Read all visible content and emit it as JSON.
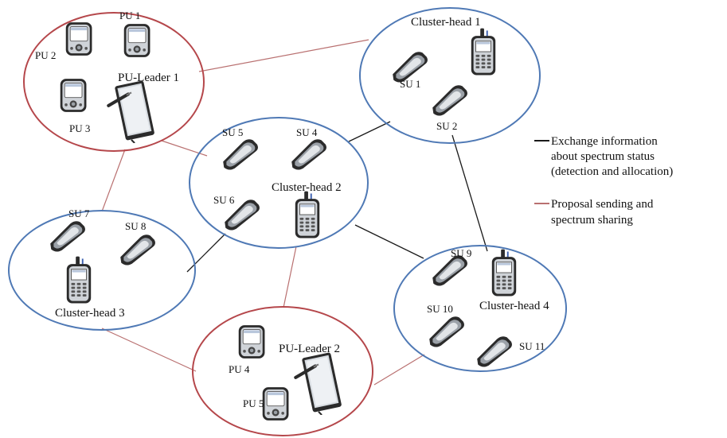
{
  "colors": {
    "background": "#ffffff",
    "pu_cluster_border": "#b5474b",
    "su_cluster_border": "#4f79b5",
    "black_link": "#1a1a1a",
    "red_link": "#b97070",
    "device_dark": "#2b2b2b",
    "device_light": "#cfd3d8"
  },
  "clusters": {
    "pu_leader_1": {
      "kind": "pu-cluster",
      "leader_label": "PU-Leader  1",
      "members": [
        "PU 1",
        "PU 2",
        "PU 3"
      ]
    },
    "pu_leader_2": {
      "kind": "pu-cluster",
      "leader_label": "PU-Leader  2",
      "members": [
        "PU 4",
        "PU 5"
      ]
    },
    "cluster_head_1": {
      "kind": "su-cluster",
      "head_label": "Cluster-head  1",
      "members": [
        "SU 1",
        "SU 2"
      ]
    },
    "cluster_head_2": {
      "kind": "su-cluster",
      "head_label": "Cluster-head  2",
      "members": [
        "SU 5",
        "SU 4",
        "SU 6"
      ]
    },
    "cluster_head_3": {
      "kind": "su-cluster",
      "head_label": "Cluster-head  3",
      "members": [
        "SU 7",
        "SU 8"
      ]
    },
    "cluster_head_4": {
      "kind": "su-cluster",
      "head_label": "Cluster-head  4",
      "members": [
        "SU 9",
        "SU 10",
        "SU 11"
      ]
    }
  },
  "links": {
    "black": [
      [
        "cluster_head_2",
        "cluster_head_1"
      ],
      [
        "cluster_head_1",
        "cluster_head_4"
      ],
      [
        "cluster_head_2",
        "cluster_head_4"
      ],
      [
        "cluster_head_2",
        "cluster_head_3"
      ]
    ],
    "red": [
      [
        "pu_leader_1",
        "cluster_head_1"
      ],
      [
        "pu_leader_1",
        "cluster_head_2"
      ],
      [
        "pu_leader_1",
        "cluster_head_3"
      ],
      [
        "pu_leader_2",
        "cluster_head_2"
      ],
      [
        "pu_leader_2",
        "cluster_head_3"
      ],
      [
        "pu_leader_2",
        "cluster_head_4"
      ]
    ]
  },
  "legend": {
    "black_line": {
      "lines": [
        "Exchange information",
        "about spectrum status",
        "(detection and allocation)"
      ]
    },
    "red_line": {
      "lines": [
        "Proposal sending and",
        "spectrum sharing"
      ]
    }
  }
}
